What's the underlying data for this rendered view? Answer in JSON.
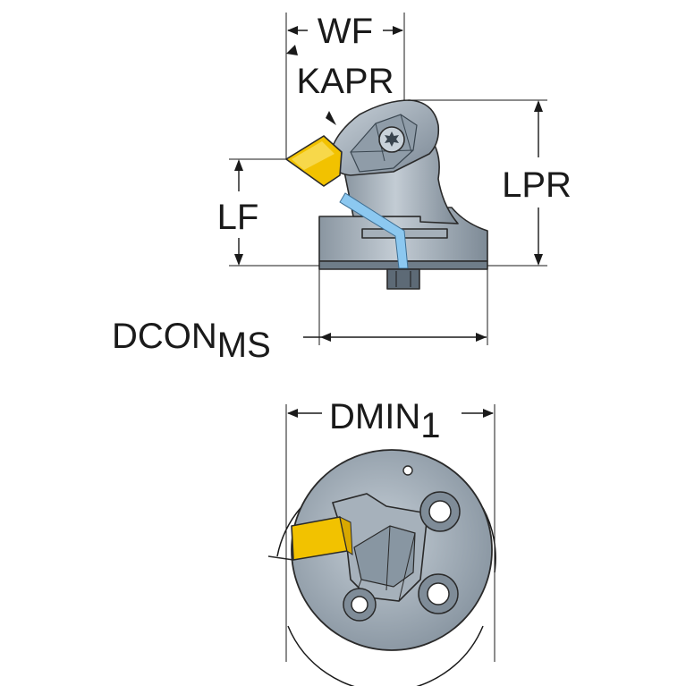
{
  "labels": {
    "wf": "WF",
    "kapr": "KAPR",
    "lpr": "LPR",
    "lf": "LF",
    "dcon": "DCON",
    "dcon_sub": "MS",
    "dmin": "DMIN",
    "dmin_sub": "1"
  },
  "colors": {
    "body_light": "#b9c3cc",
    "body_mid": "#96a3ae",
    "body_dark": "#6f7d89",
    "insert": "#f2c200",
    "coolant": "#8cc8f0",
    "line": "#1a1a1a"
  }
}
